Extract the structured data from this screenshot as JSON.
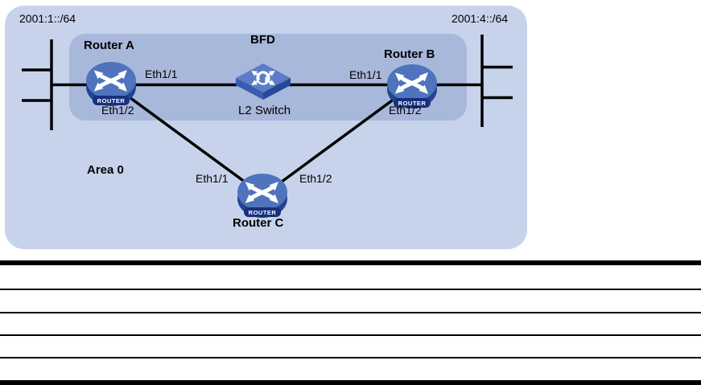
{
  "figure": {
    "networks": {
      "left": "2001:1::/64",
      "right": "2001:4::/64"
    },
    "bfd_zone_label": "BFD",
    "area_label": "Area 0",
    "router_badge": "ROUTER",
    "nodes": {
      "router_a": "Router A",
      "router_b": "Router B",
      "router_c": "Router C",
      "l2_switch": "L2 Switch"
    },
    "interfaces": {
      "a1": "Eth1/1",
      "a2": "Eth1/2",
      "b1": "Eth1/1",
      "b2": "Eth1/2",
      "c1": "Eth1/1",
      "c2": "Eth1/2"
    },
    "colors": {
      "outer_bg": "#c7d3eb",
      "inner_bg": "#a8b8db",
      "link": "#000000",
      "router_top": "#4f74bd",
      "router_side": "#24438f",
      "router_badge_bg": "#16307e",
      "switch_top": "#5c7dc6",
      "switch_side_left": "#3a5cae",
      "switch_side_right": "#27479a",
      "icon_glyph": "#ffffff"
    }
  }
}
